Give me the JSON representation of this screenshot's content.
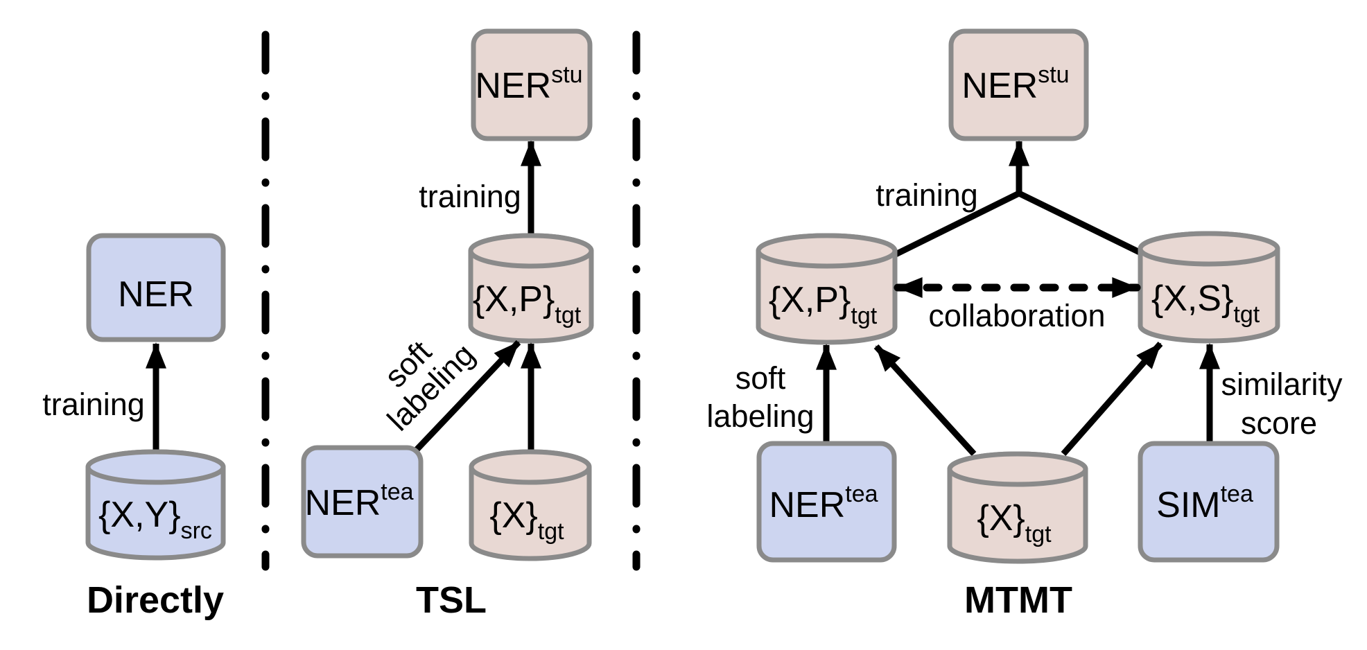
{
  "colors": {
    "source_blue": "#cdd5f0",
    "target_pink": "#e8d8d3",
    "shape_stroke": "#8a8a8a",
    "arrow_black": "#000000",
    "background": "#ffffff"
  },
  "panels": {
    "direct": {
      "caption": "Directly",
      "model": "NER",
      "dataset_base": "{X,Y}",
      "dataset_sub": "src",
      "training_label": "training"
    },
    "tsl": {
      "caption": "TSL",
      "student_base": "NER",
      "student_sup": "stu",
      "teacher_base": "NER",
      "teacher_sup": "tea",
      "soft_dataset_base": "{X,P}",
      "soft_dataset_sub": "tgt",
      "raw_dataset_base": "{X}",
      "raw_dataset_sub": "tgt",
      "training_label": "training",
      "soft_line1": "soft",
      "soft_line2": "labeling"
    },
    "mtmt": {
      "caption": "MTMT",
      "student_base": "NER",
      "student_sup": "stu",
      "ner_teacher_base": "NER",
      "ner_teacher_sup": "tea",
      "sim_teacher_base": "SIM",
      "sim_teacher_sup": "tea",
      "soft_dataset_base": "{X,P}",
      "soft_dataset_sub": "tgt",
      "sim_dataset_base": "{X,S}",
      "sim_dataset_sub": "tgt",
      "raw_dataset_base": "{X}",
      "raw_dataset_sub": "tgt",
      "training_label": "training",
      "collaboration_label": "collaboration",
      "soft_line1": "soft",
      "soft_line2": "labeling",
      "sim_line1": "similarity",
      "sim_line2": "score"
    }
  }
}
